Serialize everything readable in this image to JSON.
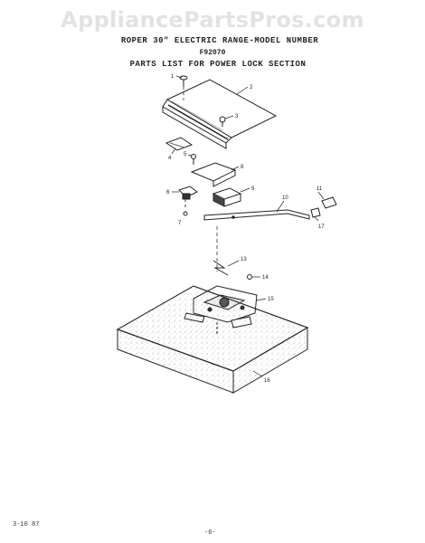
{
  "watermark": "AppliancePartsPros.com",
  "header": {
    "title": "ROPER 30\" ELECTRIC RANGE-MODEL NUMBER",
    "model": "F92070",
    "subtitle": "PARTS LIST FOR POWER LOCK SECTION"
  },
  "callouts": {
    "c1": "1",
    "c2": "2",
    "c3": "3",
    "c4": "4",
    "c5": "5",
    "c6": "6",
    "c7": "7",
    "c8": "8",
    "c9": "9",
    "c10": "10",
    "c11": "11",
    "c13": "13",
    "c14": "14",
    "c15": "15",
    "c16": "16",
    "c17": "17"
  },
  "footer": {
    "date": "3-10 87",
    "page": "-6-"
  }
}
